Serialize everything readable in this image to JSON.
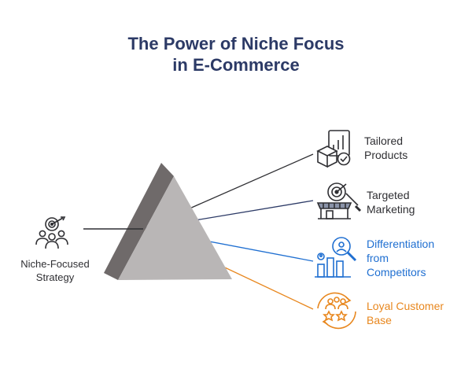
{
  "title": {
    "line1": "The Power of Niche Focus",
    "line2": "in E-Commerce"
  },
  "source": {
    "label_line1": "Niche-Focused",
    "label_line2": "Strategy",
    "icon": "target-team-icon"
  },
  "outputs": [
    {
      "line1": "Tailored",
      "line2": "Products",
      "line3": "",
      "icon": "product-box-chart-icon",
      "color": "#2f2f33"
    },
    {
      "line1": "Targeted",
      "line2": "Marketing",
      "line3": "",
      "icon": "storefront-target-icon",
      "color": "#2f2f33"
    },
    {
      "line1": "Differentiation",
      "line2": "from",
      "line3": "Competitors",
      "icon": "bar-chart-magnifier-icon",
      "color": "#1f6fd1"
    },
    {
      "line1": "Loyal Customer",
      "line2": "Base",
      "line3": "",
      "icon": "customers-stars-icon",
      "color": "#e8871e"
    }
  ],
  "colors": {
    "title": "#2c3a66",
    "dark_text": "#2f2f33",
    "blue": "#1f6fd1",
    "orange": "#e8871e",
    "prism_side": "#6f6a6a",
    "prism_face": "#b9b6b6"
  }
}
